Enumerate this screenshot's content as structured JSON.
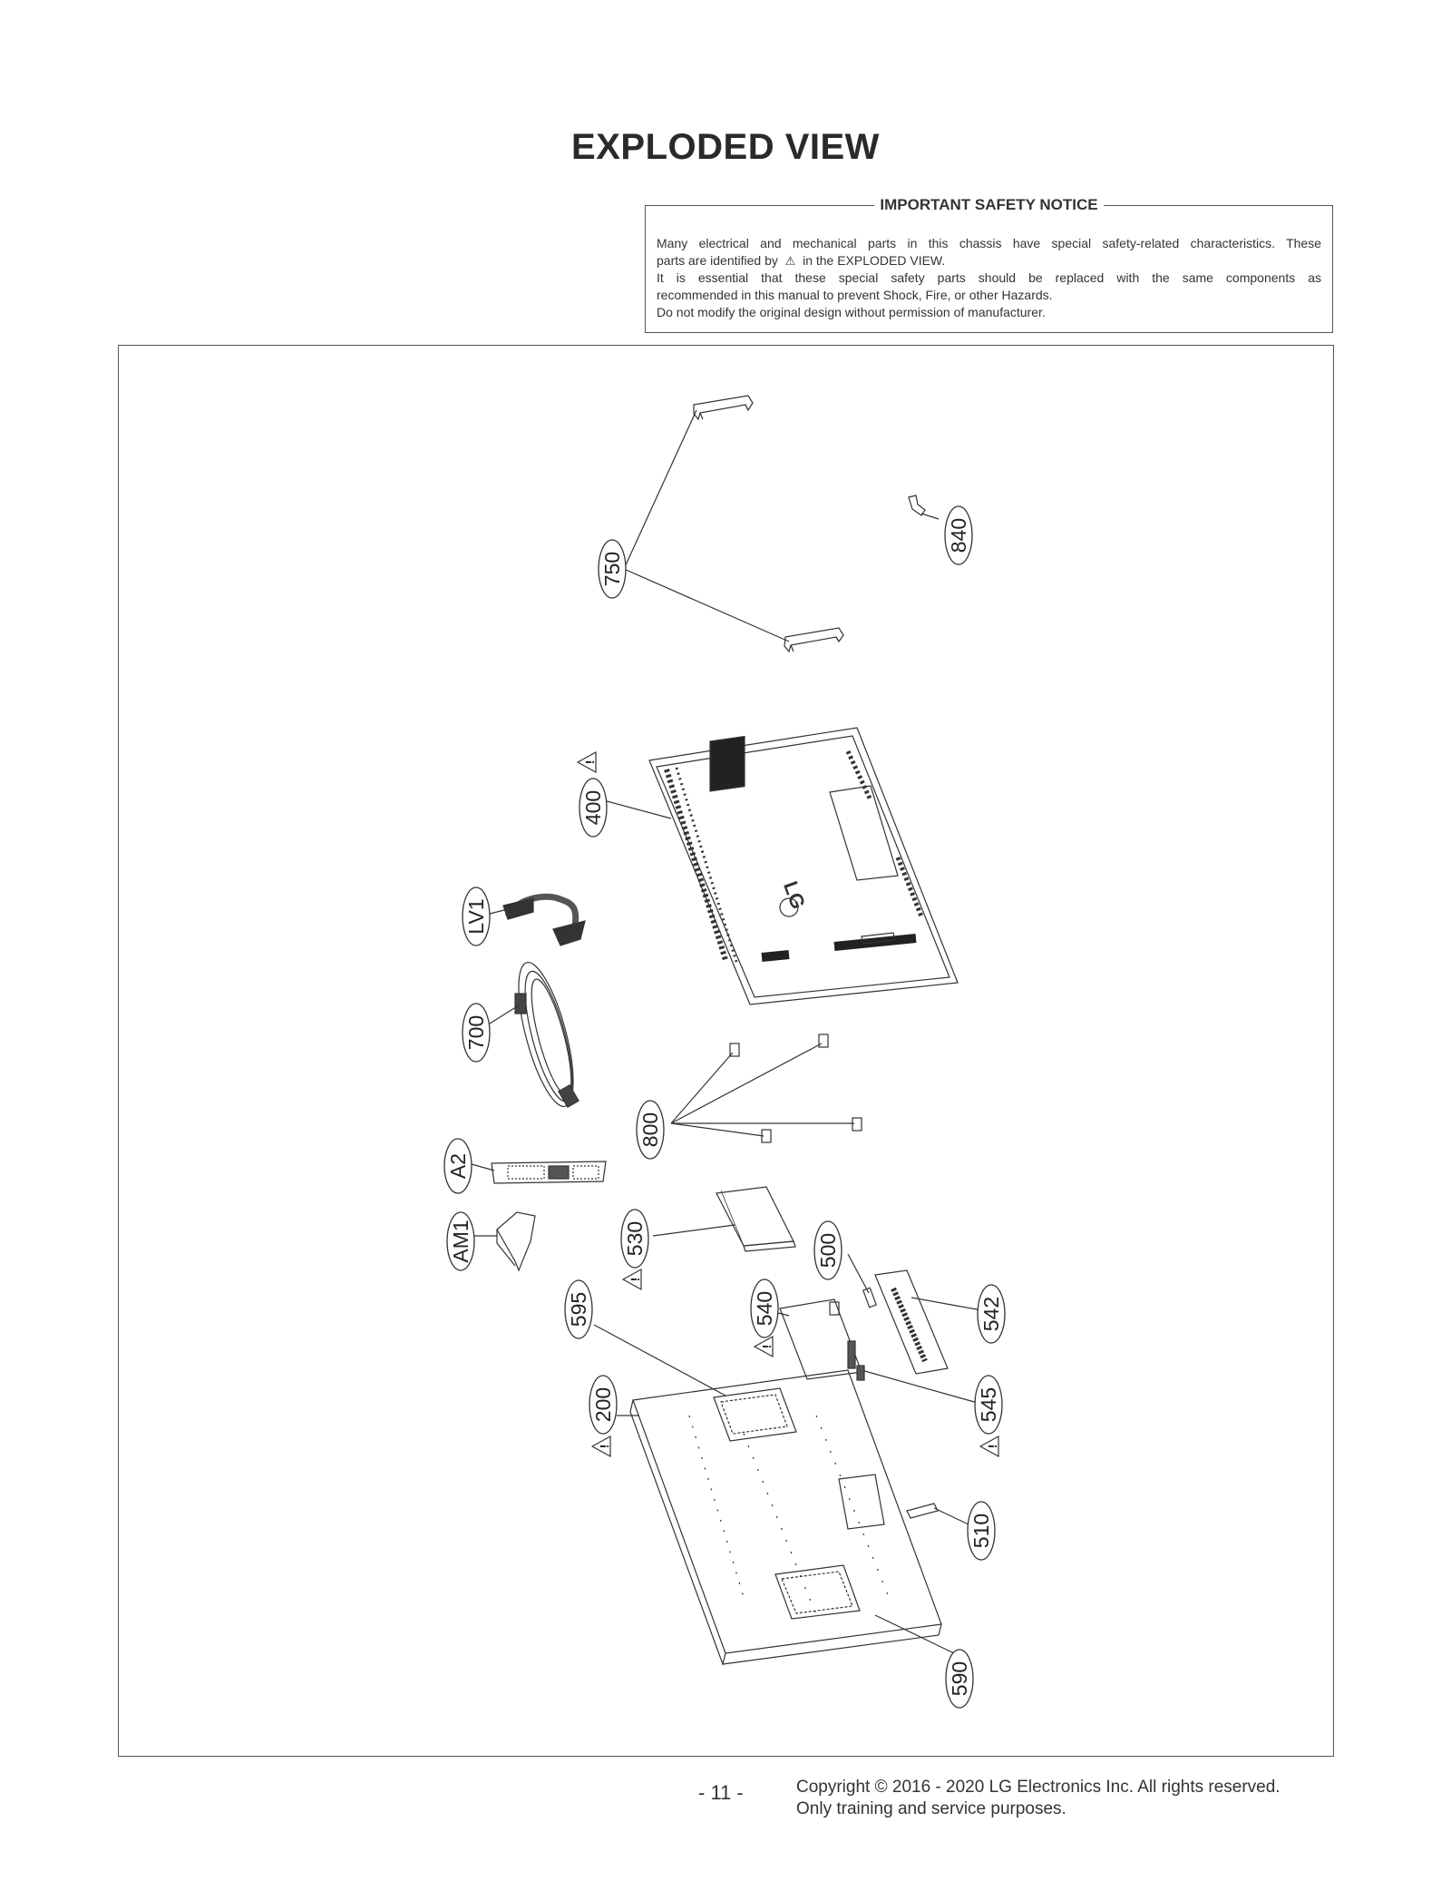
{
  "title": "EXPLODED VIEW",
  "notice": {
    "heading": "IMPORTANT SAFETY NOTICE",
    "line1": "Many electrical and mechanical parts in this chassis have special safety-related characteristics. These",
    "line2_before": "parts are identified by",
    "line2_icon": "warning-triangle-icon",
    "line2_after": "in the EXPLODED VIEW.",
    "line3": "It is essential that these special safety parts should be replaced with the same components as",
    "line4": "recommended in this manual to prevent Shock, Fire, or other Hazards.",
    "line5": "Do not modify the original design without permission of manufacturer."
  },
  "callouts": [
    "750",
    "840",
    "400",
    "LV1",
    "700",
    "800",
    "A2",
    "530",
    "AM1",
    "500",
    "540",
    "542",
    "595",
    "200",
    "545",
    "510",
    "590"
  ],
  "safety_marked_parts": [
    "400",
    "530",
    "540",
    "200",
    "545"
  ],
  "footer": {
    "page": "- 11 -",
    "copyright_line1": "Copyright © 2016 - 2020 LG Electronics Inc. All rights reserved.",
    "copyright_line2": "Only training and service purposes."
  }
}
